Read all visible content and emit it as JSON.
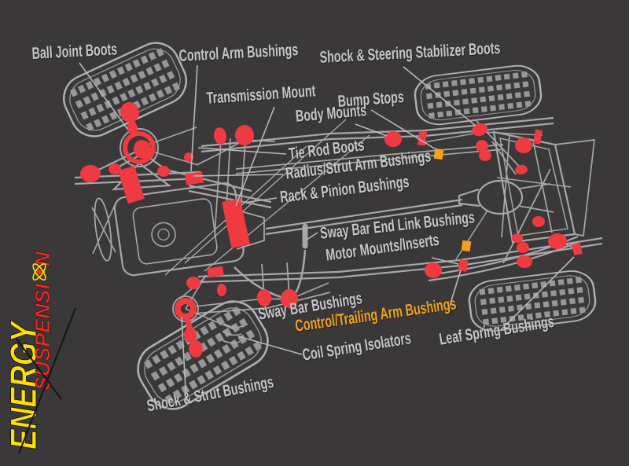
{
  "logo": {
    "energy": "ENERGY",
    "suspension_start": "SUSPENSI",
    "suspension_end": "N"
  },
  "colors": {
    "background": "#3a3839",
    "wireframe_gray": "#a7a7a9",
    "label_text": "#c6c6c8",
    "highlight_red": "#ee3a40",
    "highlight_orange": "#f4a01e",
    "logo_yellow": "#ffdf00",
    "logo_red": "#ea2a22"
  },
  "labels": [
    {
      "id": "ball-joint-boots",
      "text": "Ball Joint Boots"
    },
    {
      "id": "control-arm-bushings",
      "text": "Control Arm Bushings"
    },
    {
      "id": "shock-steering-stabilizer-boots",
      "text": "Shock & Steering Stabilizer Boots"
    },
    {
      "id": "transmission-mount",
      "text": "Transmission Mount"
    },
    {
      "id": "bump-stops",
      "text": "Bump Stops"
    },
    {
      "id": "body-mounts",
      "text": "Body Mounts"
    },
    {
      "id": "tie-rod-boots",
      "text": "Tie Rod Boots"
    },
    {
      "id": "radius-strut-arm-bushings",
      "text": "Radius/Strut Arm Bushings"
    },
    {
      "id": "rack-pinion-bushings",
      "text": "Rack & Pinion Bushings"
    },
    {
      "id": "sway-bar-end-link-bushings",
      "text": "Sway Bar End Link Bushings"
    },
    {
      "id": "motor-mounts-inserts",
      "text": "Motor Mounts/Inserts"
    },
    {
      "id": "sway-bar-bushings",
      "text": "Sway Bar Bushings"
    },
    {
      "id": "control-trailing-arm-bushings",
      "text": "Control/Trailing Arm Bushings",
      "highlighted": true
    },
    {
      "id": "coil-spring-isolators",
      "text": "Coil Spring Isolators"
    },
    {
      "id": "leaf-spring-bushings",
      "text": "Leaf Spring Bushings"
    },
    {
      "id": "shock-strut-bushings",
      "text": "Shock & Strut Bushings"
    }
  ]
}
